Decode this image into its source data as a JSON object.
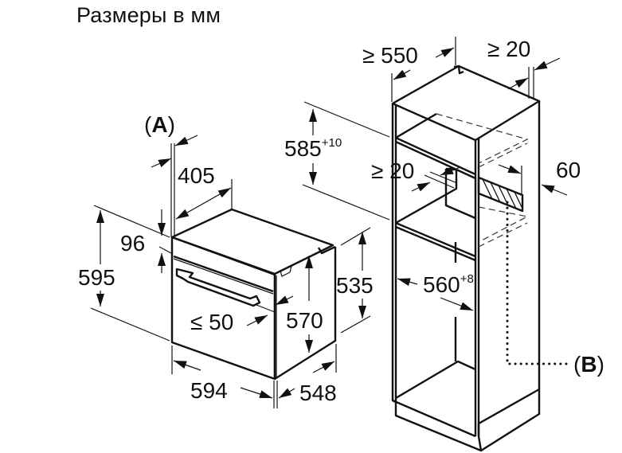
{
  "title": "Размеры в мм",
  "units": "mm",
  "oven": {
    "depth_clearance_label": "(A)",
    "dimensions": {
      "depth_body": "405",
      "panel_height": "96",
      "total_height": "595",
      "handle_protrusion": "≤ 50",
      "width": "594",
      "depth": "548",
      "body_height": "570",
      "side_height": "535"
    }
  },
  "cabinet": {
    "vent_label": "(B)",
    "dimensions": {
      "min_depth": "≥ 550",
      "rear_gap": "≥ 20",
      "niche_height": "585",
      "niche_height_tol": "+10",
      "shelf_gap": "≥ 20",
      "vent_height": "60",
      "niche_width": "560",
      "niche_width_tol": "+8"
    }
  }
}
